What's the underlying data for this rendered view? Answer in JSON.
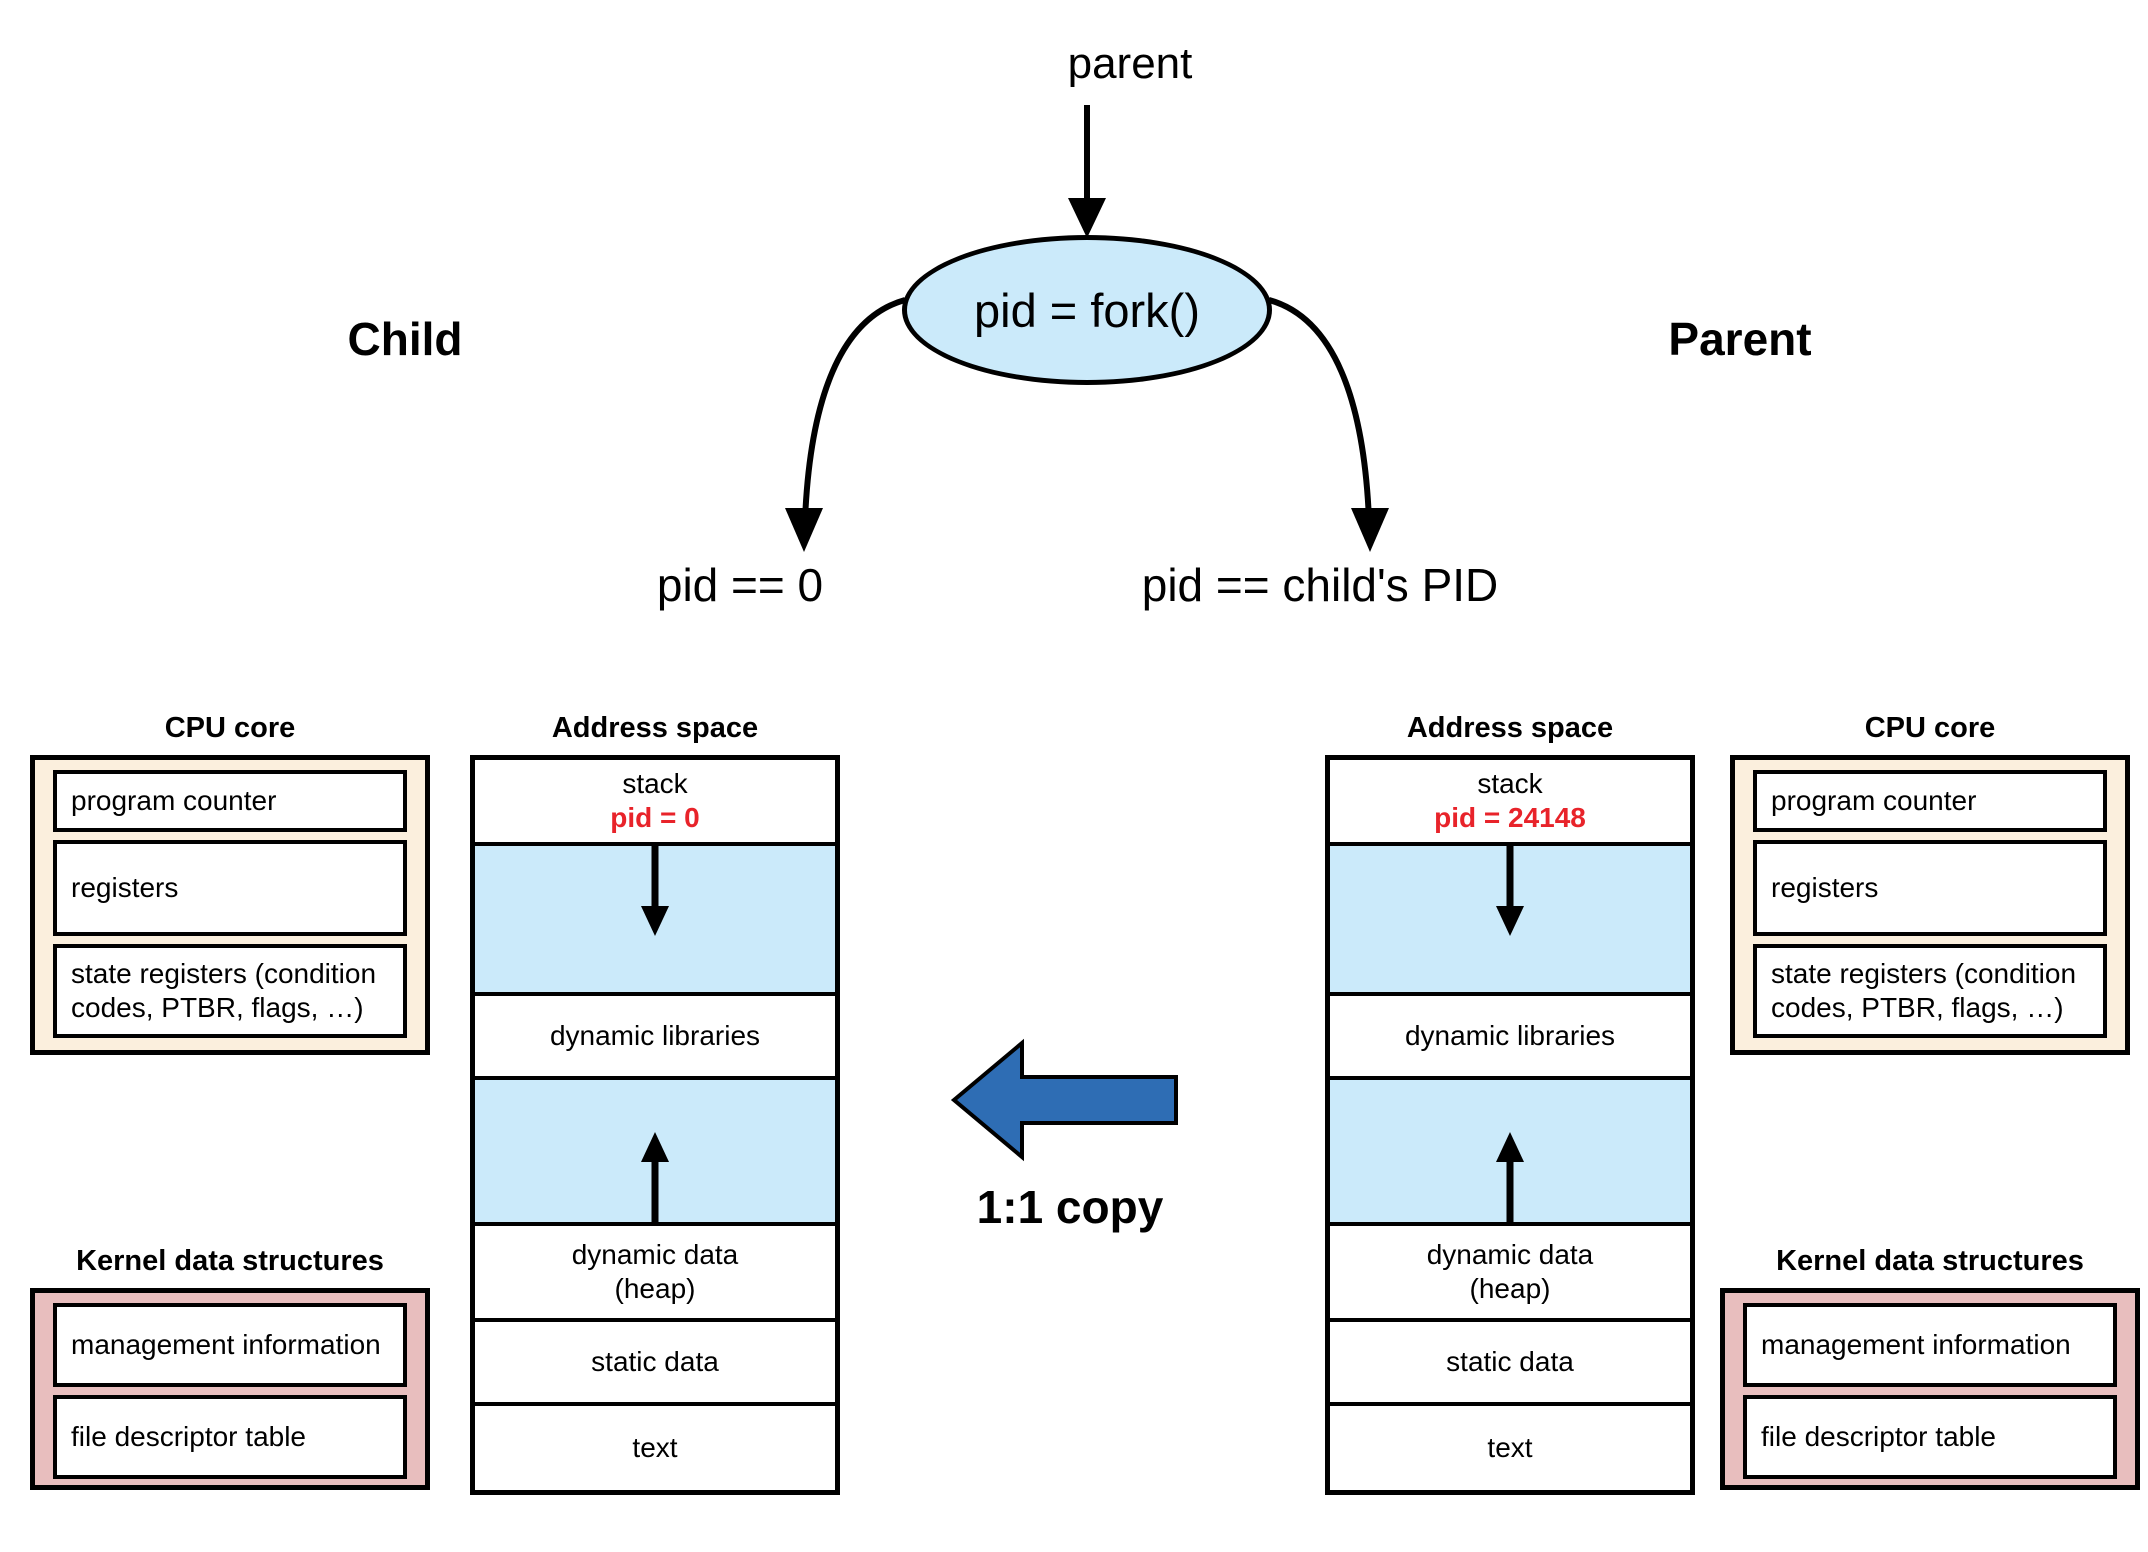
{
  "flow": {
    "parent_entry_label": "parent",
    "fork_call": "pid = fork()",
    "child_side_title": "Child",
    "parent_side_title": "Parent",
    "child_branch_label": "pid == 0",
    "parent_branch_label": "pid == child's PID"
  },
  "copy": {
    "label": "1:1 copy",
    "arrow_direction": "left",
    "arrow_color": "#2E6DB4"
  },
  "headings": {
    "cpu_core": "CPU core",
    "address_space": "Address space",
    "kernel_data_structures": "Kernel data structures"
  },
  "cpu_core": {
    "fill_color": "#FBEFDD",
    "rows": [
      "program counter",
      "registers",
      "state registers (condition codes, PTBR, flags, …)"
    ]
  },
  "kernel": {
    "fill_color": "#E8BEBE",
    "rows": [
      "management information",
      "file descriptor table"
    ]
  },
  "address_space": {
    "gap_fill_color": "#CBEAFA",
    "segments": [
      "stack",
      "dynamic libraries",
      "dynamic data",
      "(heap)",
      "static data",
      "text"
    ],
    "child": {
      "pid_label": "pid = 0",
      "pid_color": "#E8232A"
    },
    "parent": {
      "pid_label": "pid = 24148",
      "pid_color": "#E8232A"
    }
  }
}
